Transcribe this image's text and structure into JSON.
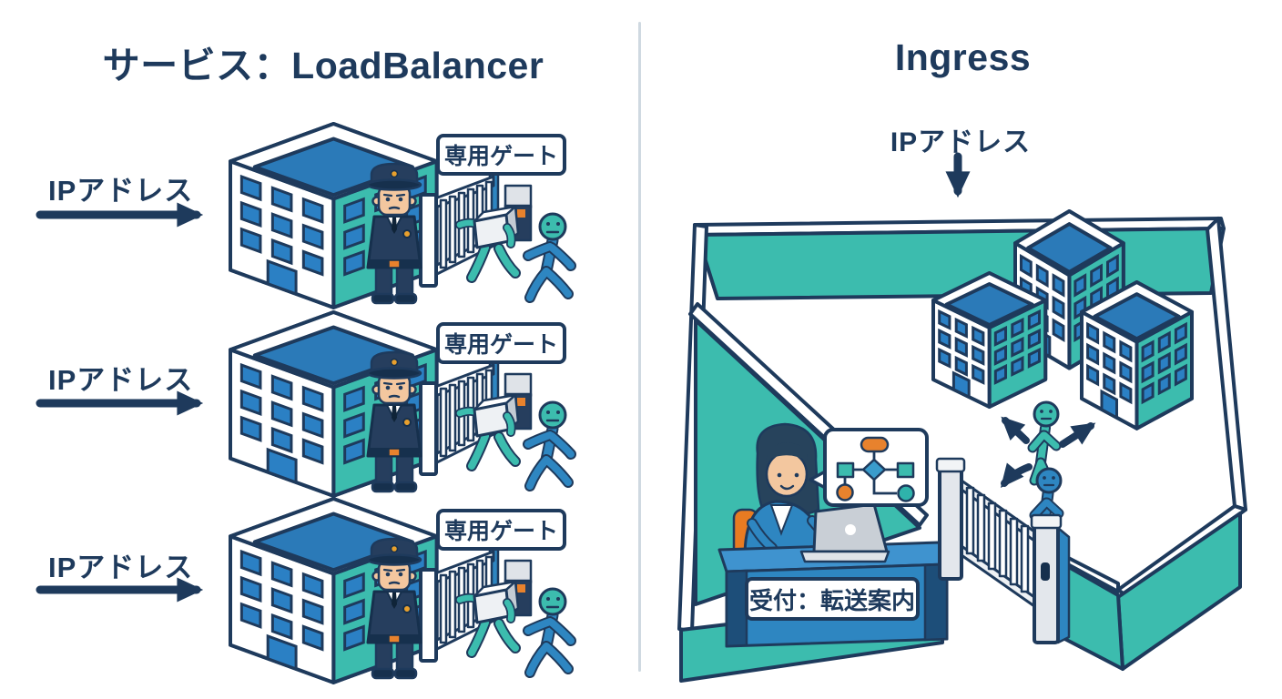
{
  "colors": {
    "navy_outline": "#1e3a5c",
    "navy_dark": "#16304d",
    "uniform_navy": "#263e5e",
    "teal": "#3cbcae",
    "blue": "#2e86c1",
    "window_blue": "#2b80c4",
    "roof_blue": "#2b7ab8",
    "orange": "#e8822d",
    "skin": "#f3c79f",
    "light_gray": "#dfe3e8",
    "divider": "#cfd9e1"
  },
  "left_panel": {
    "title": "サービス：LoadBalancer",
    "rows": [
      {
        "ip_label": "IPアドレス",
        "gate_label": "専用ゲート"
      },
      {
        "ip_label": "IPアドレス",
        "gate_label": "専用ゲート"
      },
      {
        "ip_label": "IPアドレス",
        "gate_label": "専用ゲート"
      }
    ]
  },
  "right_panel": {
    "title": "Ingress",
    "ip_label": "IPアドレス",
    "reception_label": "受付：転送案内"
  }
}
